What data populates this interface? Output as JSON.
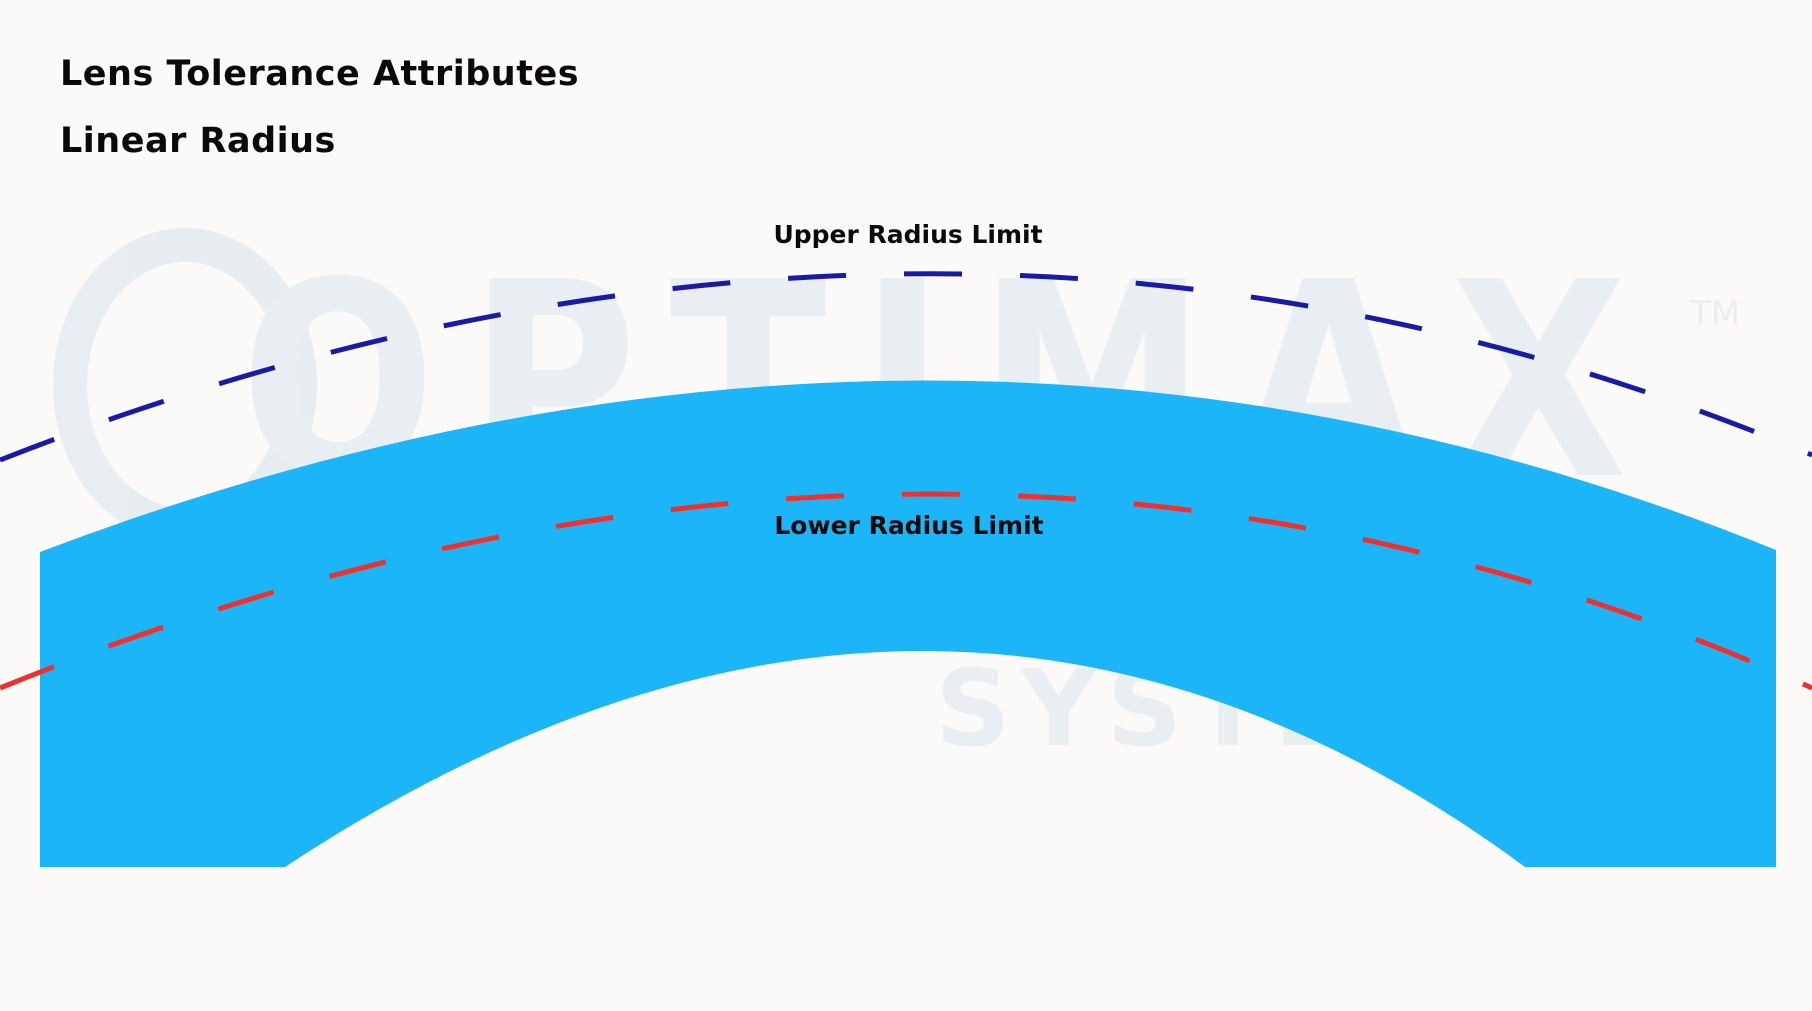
{
  "title": "Lens Tolerance Attributes",
  "subtitle": "Linear Radius",
  "labels": {
    "upper": "Upper Radius Limit",
    "lower": "Lower Radius Limit"
  },
  "watermark": {
    "brand": "OPTIMAX",
    "brand_sub": "SYSTEMS",
    "trademark": "TM"
  },
  "colors": {
    "background": "#fcfaf8",
    "lens": "#1cb6f8",
    "upper_limit": "#1a1aa8",
    "lower_limit": "#f0302e",
    "watermark": "#dbe6ef"
  }
}
